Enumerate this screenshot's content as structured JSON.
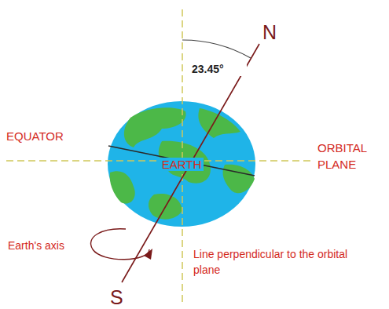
{
  "diagram": {
    "nodes": [
      {
        "text": [
          "EARTH"
        ]
      }
    ],
    "labels": [
      "23.45°",
      "N",
      "S",
      "EQUATOR",
      "ORBITAL PLANE",
      "Earth's axis",
      "Line perpendicular to the orbital plane"
    ]
  }
}
